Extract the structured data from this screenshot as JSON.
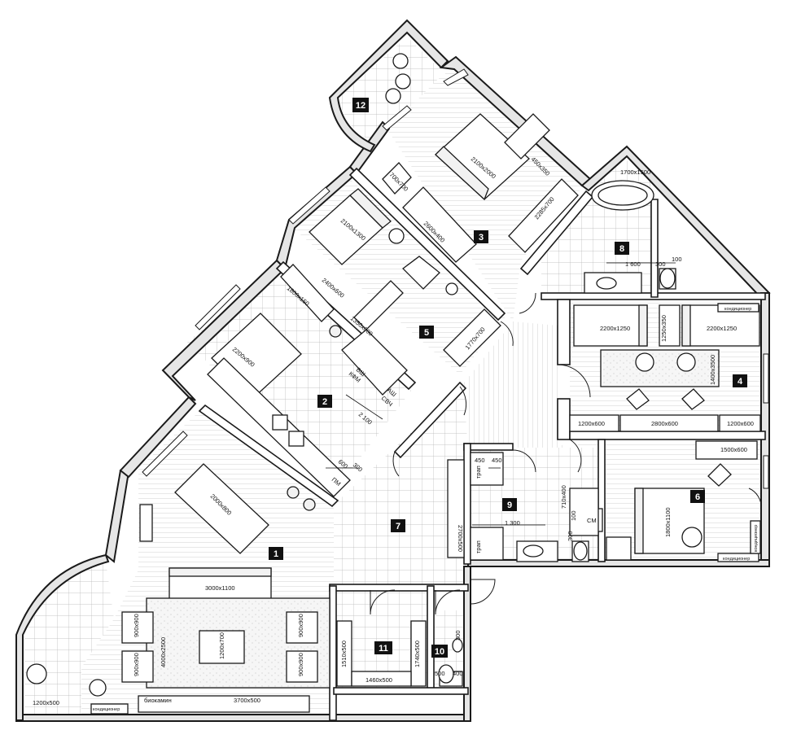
{
  "rooms": [
    {
      "number": "1"
    },
    {
      "number": "2"
    },
    {
      "number": "3"
    },
    {
      "number": "4"
    },
    {
      "number": "5"
    },
    {
      "number": "6"
    },
    {
      "number": "7"
    },
    {
      "number": "8"
    },
    {
      "number": "9"
    },
    {
      "number": "10"
    },
    {
      "number": "11"
    },
    {
      "number": "12"
    }
  ],
  "labels": {
    "balcony_12_bed": "2100x2000",
    "bedroom3_table": "450x350",
    "bedroom3_wardrobe": "2285x700",
    "bedroom3_chair": "700x700",
    "bedroom3_desk": "2600x400",
    "bath8_tub": "1700x1500",
    "bath8_dim_1600": "1 600",
    "bath8_dim_300": "300",
    "bath8_dim_100": "100",
    "room5_bed": "2100x1300",
    "room5_shelf": "2400x600",
    "room5_desk": "1350x600",
    "room5_wardrobe": "1770x700",
    "kitchen_shelf": "1800x150",
    "kitchen_table": "2200x900",
    "kitchen_vsh": "ВШ",
    "kitchen_kfm": "КФМ",
    "kitchen_ash": "АШ",
    "kitchen_svch": "СВЧ",
    "kitchen_dim_2100": "2 100",
    "kitchen_dim_600": "600",
    "kitchen_dim_300": "300",
    "kitchen_pm": "ПМ",
    "room4_bed_left": "2200x1250",
    "room4_nightstand": "1250x350",
    "room4_bed_right": "2200x1250",
    "room4_rug": "1400x3500",
    "room4_shelf_left": "1200x600",
    "room4_desk": "2800x600",
    "room4_shelf_right": "1200x600",
    "room4_ac": "кондиционер",
    "room6_desk": "1500x600",
    "room6_bed": "1800x1100",
    "room6_ac": "кондиционер",
    "room6_ac2": "кондиционер",
    "hall_wardrobe": "2700x500",
    "bath9_450a": "450",
    "bath9_450b": "450",
    "bath9_dim_1300": "1 300",
    "bath9_710": "710x400",
    "bath9_trap": "трап",
    "bath9_trap2": "трап",
    "bath9_cm": "СМ",
    "bath9_300": "300",
    "bath9_100": "100",
    "living_table": "2000x800",
    "living_sofa": "3000x1100",
    "living_rug": "4000x2500",
    "living_coffee": "1200x700",
    "living_arm1": "900x900",
    "living_arm2": "900x900",
    "living_arm3": "900x900",
    "living_arm4": "900x900",
    "living_biofire": "биокамин",
    "living_tv": "3700x500",
    "living_ac": "кондиционер",
    "balcony_bench": "1200x500",
    "closet11_left": "1510x500",
    "closet11_right": "1740x500",
    "closet11_bottom": "1460x500",
    "wc10_300": "300",
    "wc10_500": "500",
    "wc10_400": "400"
  }
}
